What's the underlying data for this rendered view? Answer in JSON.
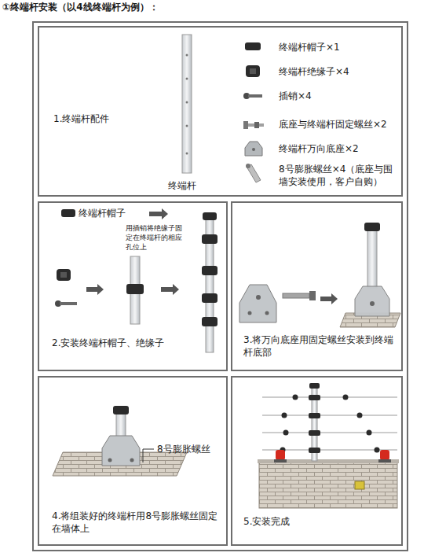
{
  "diagram": {
    "title": "①终端杆安装（以4线终端杆为例）：",
    "nodes": [
      {
        "text": [
          "1.终端杆配件"
        ]
      },
      {
        "text": [
          "2.安装终端杆帽子、绝缘子"
        ]
      },
      {
        "text": [
          "3.将万向底座用固定螺丝安装到终端杆底部"
        ]
      },
      {
        "text": [
          "4.将组装好的终端杆用8号膨胀螺丝固定在墙体上"
        ]
      },
      {
        "text": [
          "5.安装完成"
        ]
      }
    ],
    "labels": [
      "终端杆",
      "终端杆帽子×1",
      "终端杆绝缘子×4",
      "插销×4",
      "底座与终端杆固定螺丝×2",
      "终端杆万向底座×2",
      "8号膨胀螺丝×4（底座与围墙安装使用，客户自购）",
      "终端杆帽子",
      "用插销将绝缘子固定在终端杆的相应孔位上",
      "8号膨胀螺丝"
    ]
  }
}
